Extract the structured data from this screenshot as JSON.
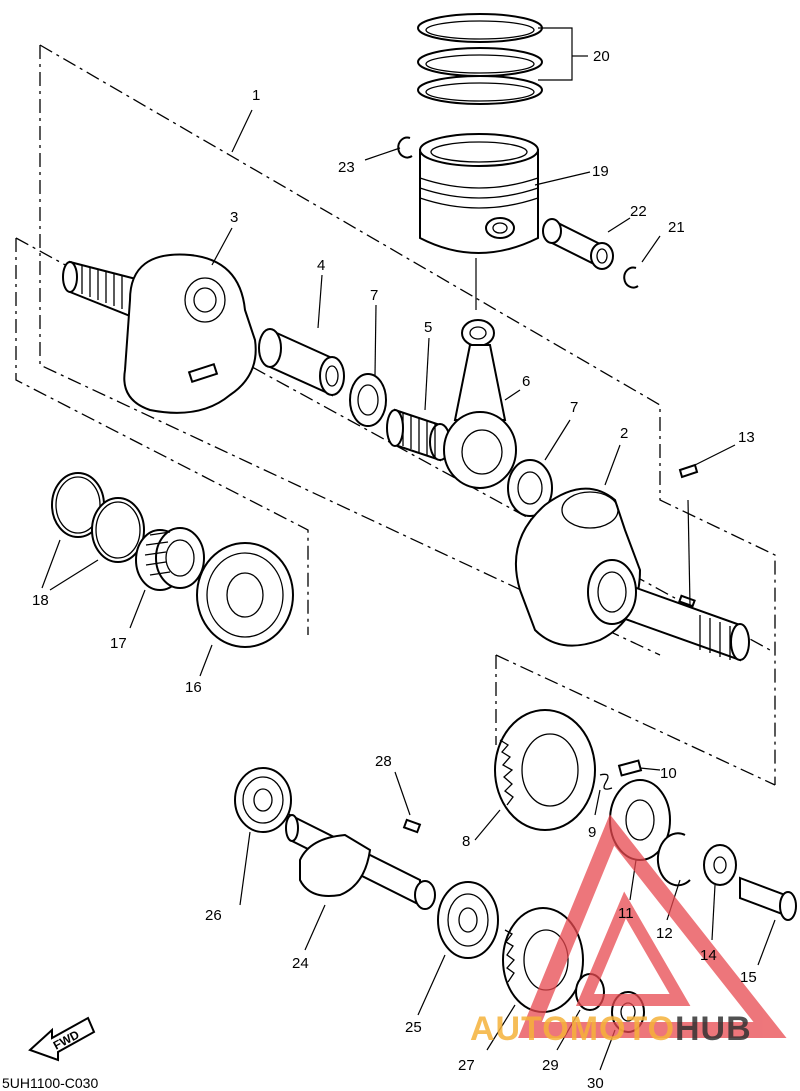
{
  "parts": [
    {
      "id": "1",
      "label": "1"
    },
    {
      "id": "2",
      "label": "2"
    },
    {
      "id": "3",
      "label": "3"
    },
    {
      "id": "4",
      "label": "4"
    },
    {
      "id": "5",
      "label": "5"
    },
    {
      "id": "6",
      "label": "6"
    },
    {
      "id": "7a",
      "label": "7"
    },
    {
      "id": "7b",
      "label": "7"
    },
    {
      "id": "8",
      "label": "8"
    },
    {
      "id": "9",
      "label": "9"
    },
    {
      "id": "10",
      "label": "10"
    },
    {
      "id": "11",
      "label": "11"
    },
    {
      "id": "12",
      "label": "12"
    },
    {
      "id": "13",
      "label": "13"
    },
    {
      "id": "14",
      "label": "14"
    },
    {
      "id": "15",
      "label": "15"
    },
    {
      "id": "16",
      "label": "16"
    },
    {
      "id": "17",
      "label": "17"
    },
    {
      "id": "18",
      "label": "18"
    },
    {
      "id": "19",
      "label": "19"
    },
    {
      "id": "20",
      "label": "20"
    },
    {
      "id": "21",
      "label": "21"
    },
    {
      "id": "22",
      "label": "22"
    },
    {
      "id": "23",
      "label": "23"
    },
    {
      "id": "24",
      "label": "24"
    },
    {
      "id": "25",
      "label": "25"
    },
    {
      "id": "26",
      "label": "26"
    },
    {
      "id": "27",
      "label": "27"
    },
    {
      "id": "28",
      "label": "28"
    },
    {
      "id": "29",
      "label": "29"
    },
    {
      "id": "30",
      "label": "30"
    }
  ],
  "diagram_code": "5UH1100-C030",
  "fwd_label": "FWD",
  "watermark": {
    "text_part1": "AUTOMOTO",
    "text_part2": "HUB",
    "color_primary": "#e8494f",
    "color_secondary": "#f4b13a",
    "color_dark": "#333333"
  }
}
